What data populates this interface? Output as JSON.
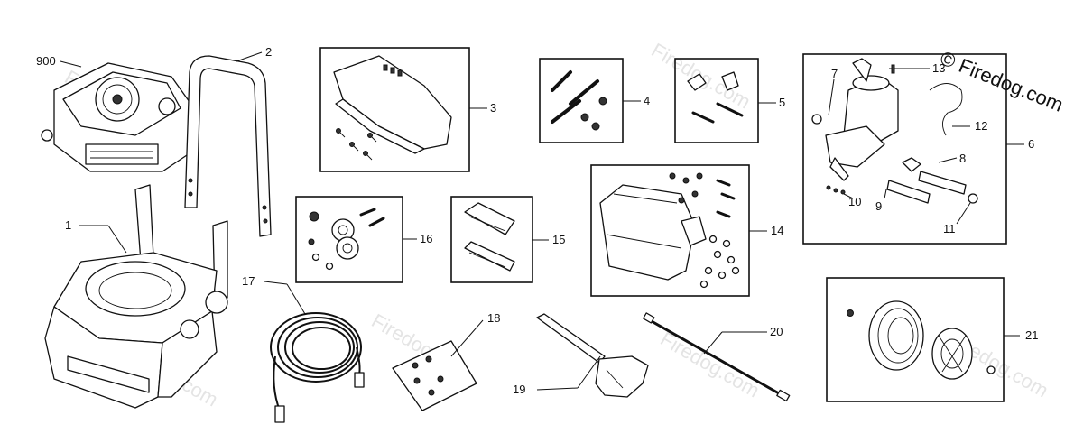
{
  "watermark": {
    "brand": "© Firedog.com",
    "tile": "Firedog.com"
  },
  "callouts": {
    "engine": "900",
    "frame": "1",
    "handle": "2",
    "cover_kit": "3",
    "bolt_kit_4": "4",
    "bolt_kit_5": "5",
    "pump": "6",
    "pump_7": "7",
    "pump_8": "8",
    "pump_9": "9",
    "pump_10": "10",
    "pump_11": "11",
    "pump_12": "12",
    "pump_13": "13",
    "panel_kit": "14",
    "clip_kit": "15",
    "wheel_hw": "16",
    "hose": "17",
    "pouch": "18",
    "gun": "19",
    "lance": "20",
    "wheel": "21"
  }
}
